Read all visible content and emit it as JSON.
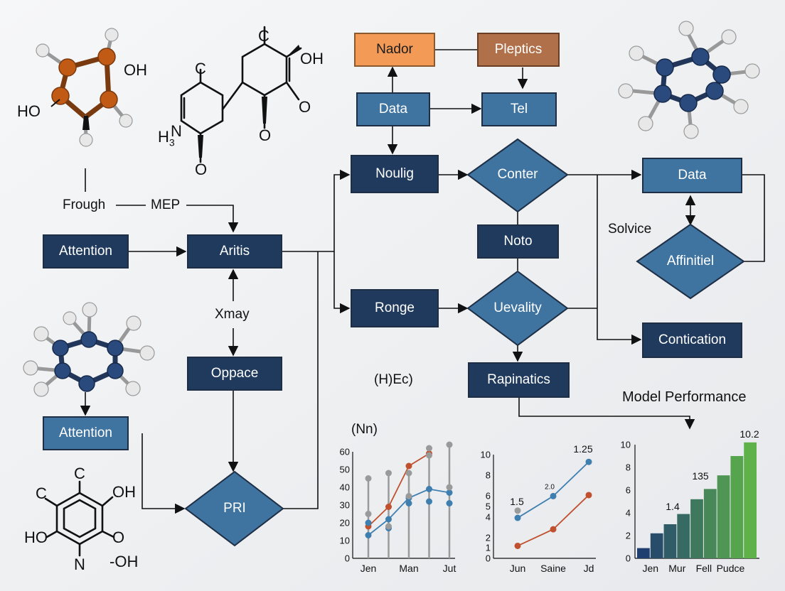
{
  "nodes": {
    "nador": "Nador",
    "pleptics": "Pleptics",
    "data_top": "Data",
    "tel": "Tel",
    "noulig": "Noulig",
    "conter": "Conter",
    "noto": "Noto",
    "uevality": "Uevality",
    "ronge": "Ronge",
    "rapinatics": "Rapinatics",
    "data_right": "Data",
    "affinitiel": "Affinitiel",
    "contication": "Contication",
    "attention_top": "Attention",
    "aritis": "Aritis",
    "oppace": "Oppace",
    "attention_bottom": "Attention",
    "pri": "PRI"
  },
  "labels": {
    "frough": "Frough",
    "mep": "MEP",
    "xmay": "Xmay",
    "solvice": "Solvice",
    "hec": "(H)Ec)",
    "nn": "(Nn)",
    "model_performance": "Model Performance"
  },
  "molecules": {
    "top_left": {
      "oh": "OH",
      "ho": "HO"
    },
    "top_center": {
      "c": "C",
      "c2": "C",
      "oh": "OH",
      "o1": "O",
      "o2": "O",
      "o3": "O",
      "h3": "H",
      "h3_sub": "3",
      "n": "N"
    },
    "bottom_left": {
      "c1": "C",
      "c2": "C",
      "oh1": "OH",
      "ho": "HO",
      "o": "O",
      "n": "N",
      "oh2": "-OH"
    }
  },
  "colors": {
    "dark_node": "#1f3a5c",
    "mid_node": "#3f73a0",
    "orange_node": "#f29a56",
    "brown_node": "#b0704a",
    "series_red": "#c0502e",
    "series_blue": "#3f7fb0",
    "series_gray": "#9a9a9a"
  },
  "chart_data": [
    {
      "type": "line",
      "title": "(Nn)",
      "x": [
        "Jen",
        "",
        "Man",
        "",
        "Jut"
      ],
      "ylim": [
        0,
        60
      ],
      "yticks": [
        0,
        10,
        20,
        30,
        40,
        50,
        60
      ],
      "series": [
        {
          "values": [
            18,
            29,
            52,
            59
          ]
        },
        {
          "values": [
            13,
            22,
            34,
            39,
            37
          ]
        },
        {
          "values": [
            20,
            17,
            31,
            32,
            31
          ]
        },
        {
          "values": [
            45,
            48,
            48,
            62,
            64
          ]
        },
        {
          "values": [
            25,
            18,
            35,
            58,
            40
          ]
        }
      ]
    },
    {
      "type": "line",
      "x": [
        "Jun",
        "Saine",
        "Jd"
      ],
      "ylim": [
        0,
        10
      ],
      "yticks": [
        0,
        1,
        2,
        4,
        5,
        6,
        8,
        10
      ],
      "annotations": [
        "1.25",
        "1.5",
        "2.0"
      ],
      "series": [
        {
          "values": [
            3.9,
            6.0,
            9.3
          ]
        },
        {
          "values": [
            1.2,
            2.8,
            6.1
          ]
        },
        {
          "values": [
            4.6
          ]
        }
      ]
    },
    {
      "type": "bar",
      "title": "Model Performance",
      "categories": [
        "Jen",
        "",
        "Mur",
        "",
        "Fell",
        "",
        "Pudce",
        ""
      ],
      "values": [
        0.9,
        2.2,
        3.0,
        3.9,
        5.2,
        6.1,
        7.3,
        9.0,
        10.2
      ],
      "ylim": [
        0,
        10
      ],
      "yticks": [
        0,
        2,
        4,
        6,
        8,
        10
      ],
      "annotations": [
        "1.4",
        "135",
        "10.2"
      ],
      "color_start": "#1f3f70",
      "color_end": "#5fb24a"
    }
  ]
}
